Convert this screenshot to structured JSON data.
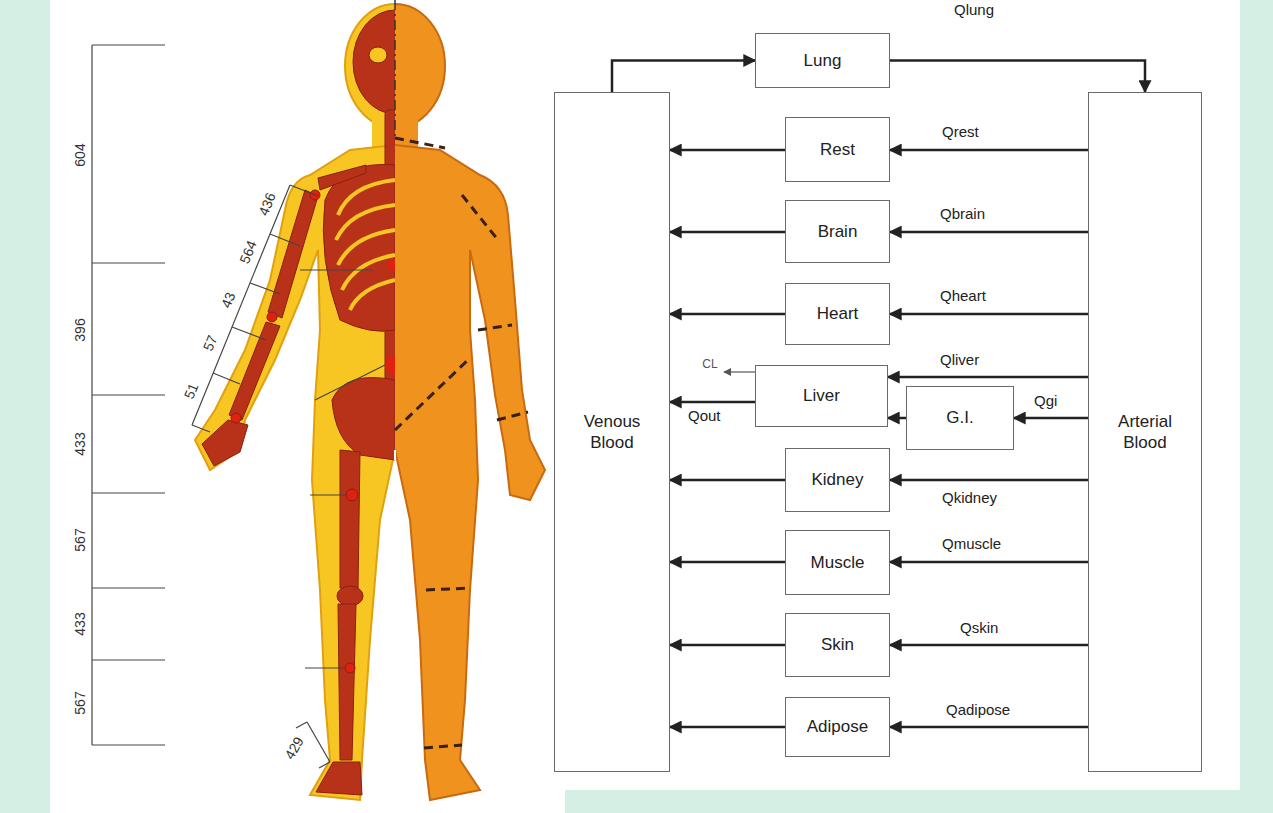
{
  "diagram": {
    "nodes": [
      {
        "text": [
          "Venous Blood"
        ]
      },
      {
        "text": [
          "Lung"
        ]
      },
      {
        "text": [
          "Arterial Blood"
        ]
      },
      {
        "text": [
          "Rest"
        ]
      },
      {
        "text": [
          "Brain"
        ]
      },
      {
        "text": [
          "Heart"
        ]
      },
      {
        "text": [
          "Liver"
        ]
      },
      {
        "text": [
          "G.I."
        ]
      },
      {
        "text": [
          "Kidney"
        ]
      },
      {
        "text": [
          "Muscle"
        ]
      },
      {
        "text": [
          "Skin"
        ]
      },
      {
        "text": [
          "Adipose"
        ]
      }
    ],
    "edges": [
      {
        "from": 0,
        "to": 1,
        "arrow": "to"
      },
      {
        "from": 1,
        "to": 2,
        "label": "Qlung",
        "arrow": "to"
      },
      {
        "from": 2,
        "to": 3,
        "label": "Qrest",
        "arrow": "to"
      },
      {
        "from": 3,
        "to": 0,
        "arrow": "to"
      },
      {
        "from": 2,
        "to": 4,
        "label": "Qbrain",
        "arrow": "to"
      },
      {
        "from": 4,
        "to": 0,
        "arrow": "to"
      },
      {
        "from": 2,
        "to": 5,
        "label": "Qheart",
        "arrow": "to"
      },
      {
        "from": 5,
        "to": 0,
        "arrow": "to"
      },
      {
        "from": 2,
        "to": 6,
        "label": "Qliver",
        "arrow": "to"
      },
      {
        "from": 2,
        "to": 7,
        "label": "Qgi",
        "arrow": "to"
      },
      {
        "from": 7,
        "to": 6,
        "arrow": "to"
      },
      {
        "from": 6,
        "to": 0,
        "label": "Qout",
        "arrow": "to"
      },
      {
        "from": 2,
        "to": 8,
        "label": "Qkidney",
        "arrow": "to"
      },
      {
        "from": 8,
        "to": 0,
        "arrow": "to"
      },
      {
        "from": 2,
        "to": 9,
        "label": "Qmuscle",
        "arrow": "to"
      },
      {
        "from": 9,
        "to": 0,
        "arrow": "to"
      },
      {
        "from": 2,
        "to": 10,
        "label": "Qskin",
        "arrow": "to"
      },
      {
        "from": 10,
        "to": 0,
        "arrow": "to"
      },
      {
        "from": 2,
        "to": 11,
        "label": "Qadipose",
        "arrow": "to"
      },
      {
        "from": 11,
        "to": 0,
        "arrow": "to"
      }
    ],
    "labels": [
      "CL",
      "604",
      "396",
      "433",
      "567",
      "433",
      "567",
      "436",
      "564",
      "43",
      "57",
      "51",
      "429"
    ]
  }
}
